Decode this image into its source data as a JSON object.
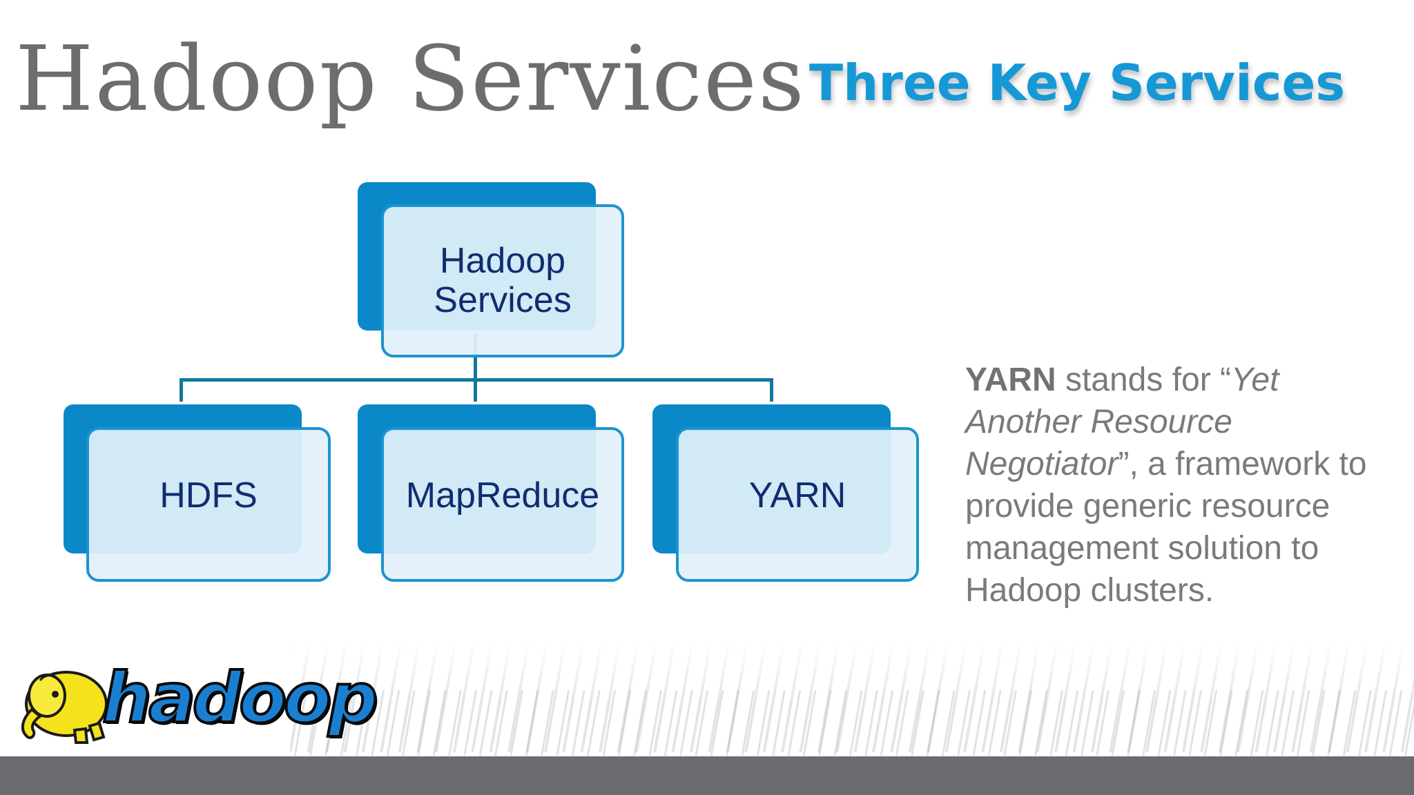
{
  "slide": {
    "title": "Hadoop Services",
    "subtitle": "Three Key Services"
  },
  "diagram": {
    "root": {
      "label_line1": "Hadoop",
      "label_line2": "Services"
    },
    "children": [
      {
        "label": "HDFS"
      },
      {
        "label": "MapReduce"
      },
      {
        "label": "YARN"
      }
    ]
  },
  "description": {
    "term": "YARN",
    "text_before": " stands for “",
    "expansion": "Yet Another Resource Negotiator",
    "text_after": "”, a framework to provide generic resource management solution to Hadoop clusters."
  },
  "logo": {
    "wordmark": "hadoop",
    "mascot_icon": "yellow-elephant-icon"
  },
  "colors": {
    "title_gray": "#6d6d6d",
    "subtitle_blue": "#1798d6",
    "box_back_blue": "#0b88c8",
    "box_border_blue": "#1a95cf",
    "box_fill": "#e2f0fa",
    "label_navy": "#0f2d6e",
    "footer_gray": "#6b6b6f"
  }
}
